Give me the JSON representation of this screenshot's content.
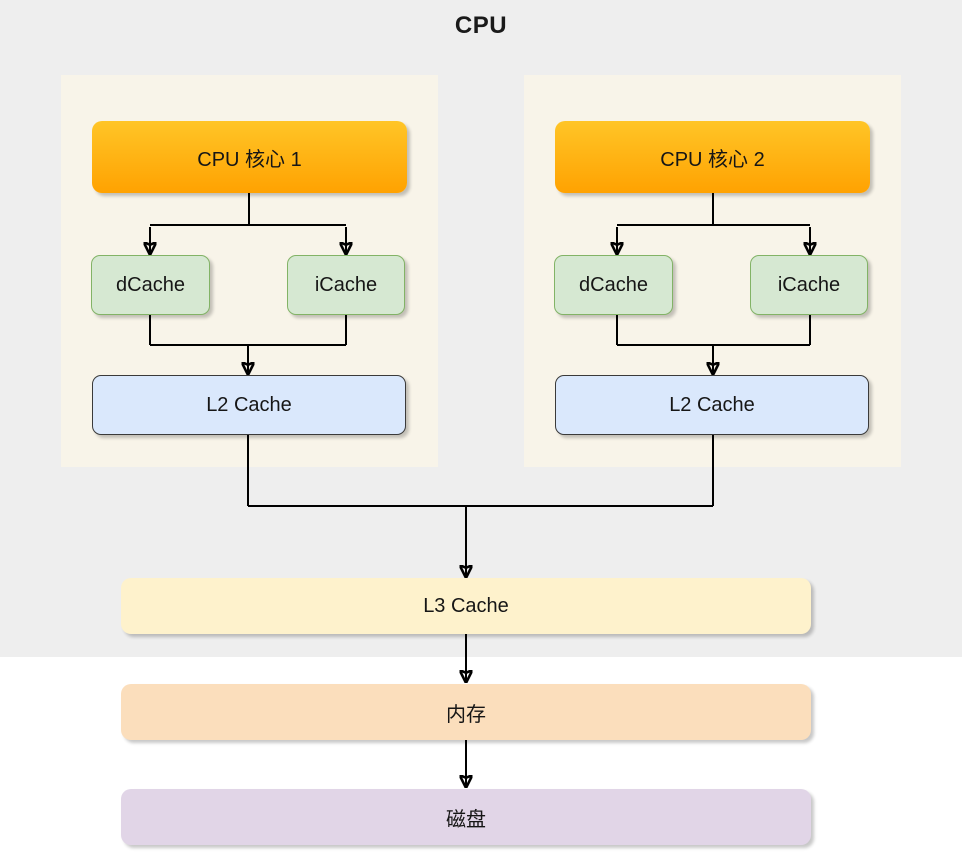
{
  "title": "CPU",
  "panels": [
    {
      "core": "CPU 核心 1",
      "dcache": "dCache",
      "icache": "iCache",
      "l2": "L2 Cache"
    },
    {
      "core": "CPU 核心 2",
      "dcache": "dCache",
      "icache": "iCache",
      "l2": "L2 Cache"
    }
  ],
  "levels": {
    "l3": "L3 Cache",
    "memory": "内存",
    "disk": "磁盘"
  },
  "colors": {
    "gray_bg": "#eeeeee",
    "panel_bg": "#f8f4e9",
    "core_top": "#ffc527",
    "core_bottom": "#ffa201",
    "cache_fill": "#d6e8d2",
    "cache_border": "#82b366",
    "l2_fill": "#dae8fc",
    "l2_border": "#3a3a3a",
    "l3_fill": "#fef2cc",
    "mem_fill": "#fbdebc",
    "disk_fill": "#e1d5e7",
    "line_color": "#000000"
  }
}
